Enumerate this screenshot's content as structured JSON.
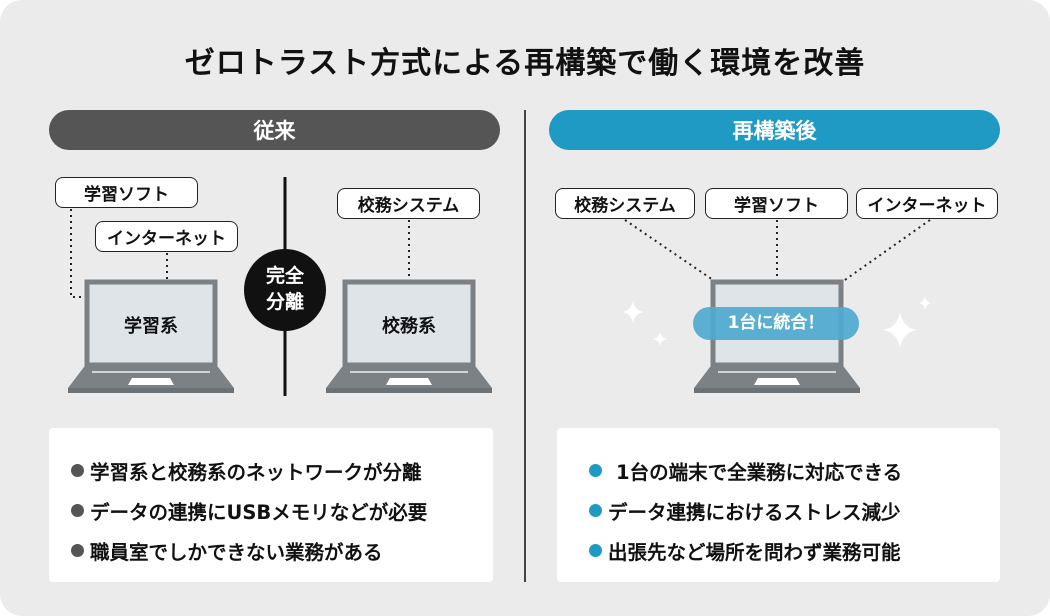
{
  "title": "ゼロトラスト方式による再構築で働く環境を改善",
  "colors": {
    "before": "#555555",
    "after": "#1e9ac4",
    "badge": "#4ea9cf",
    "background": "#ebebeb"
  },
  "before": {
    "header": "従来",
    "tags": [
      "学習ソフト",
      "インターネット",
      "校務システム"
    ],
    "laptops": [
      "学習系",
      "校務系"
    ],
    "separator": [
      "完全",
      "分離"
    ],
    "bullets": [
      "学習系と校務系のネットワークが分離",
      "データの連携にUSBメモリなどが必要",
      "職員室でしかできない業務がある"
    ]
  },
  "after": {
    "header": "再構築後",
    "tags": [
      "校務システム",
      "学習ソフト",
      "インターネット"
    ],
    "badge": "1台に統合！",
    "bullets": [
      "1台の端末で全業務に対応できる",
      "データ連携におけるストレス減少",
      "出張先など場所を問わず業務可能"
    ]
  }
}
